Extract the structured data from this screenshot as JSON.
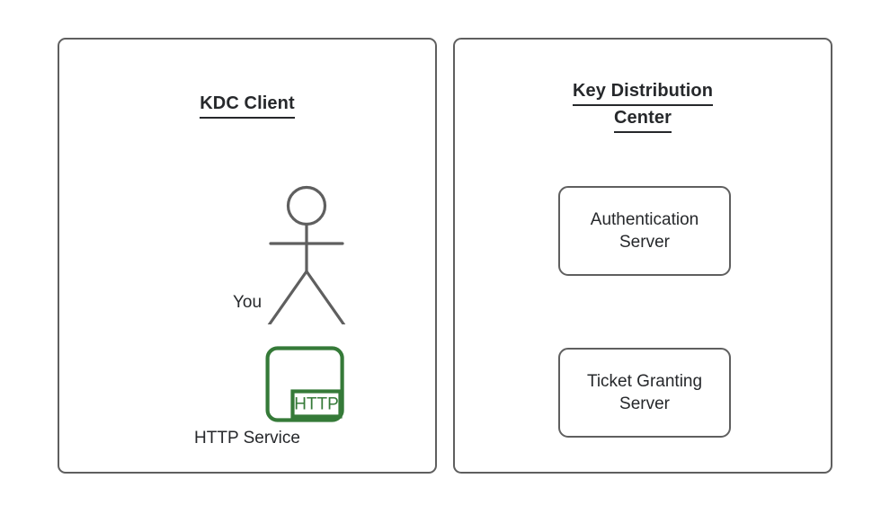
{
  "diagram": {
    "title": "",
    "colors": {
      "border": "#5f5f5f",
      "text": "#26282b",
      "http_green": "#357a38",
      "background": "#ffffff"
    },
    "panels": [
      {
        "id": "kdc-client",
        "title": "KDC Client",
        "nodes": [
          {
            "id": "you",
            "label": "You",
            "icon": "stick-figure-actor-icon"
          },
          {
            "id": "http-service",
            "label": "HTTP Service",
            "icon": "http-service-icon",
            "badge": "HTTP"
          }
        ]
      },
      {
        "id": "key-distribution-center",
        "title_line1": "Key Distribution",
        "title_line2": "Center",
        "boxes": [
          {
            "id": "authentication-server",
            "line1": "Authentication",
            "line2": "Server"
          },
          {
            "id": "ticket-granting-server",
            "line1": "Ticket Granting",
            "line2": "Server"
          }
        ]
      }
    ]
  }
}
